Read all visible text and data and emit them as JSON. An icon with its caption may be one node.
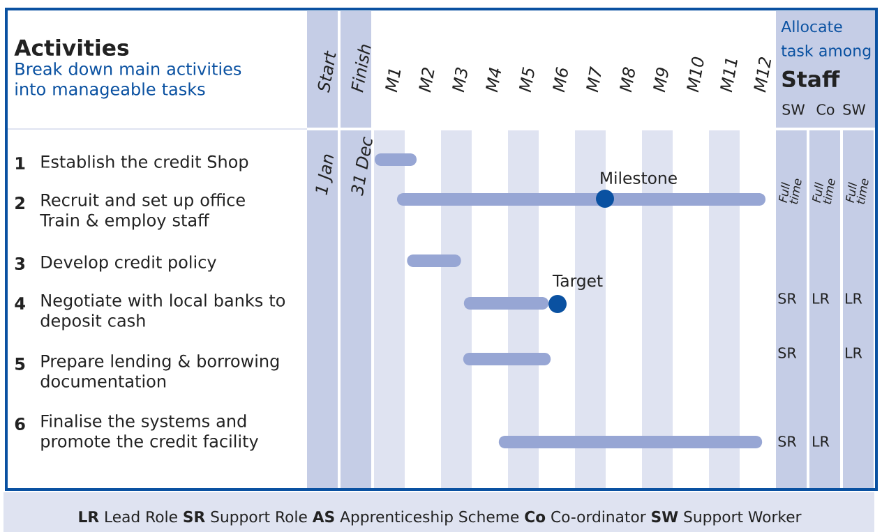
{
  "diagram": {
    "title": "Activities",
    "nodes": [
      {
        "text": [],
        "shape": "bar"
      },
      {
        "text": [],
        "shape": "bar"
      },
      {
        "text": [],
        "shape": "bar"
      },
      {
        "text": [],
        "shape": "bar"
      },
      {
        "text": [],
        "shape": "bar"
      },
      {
        "text": [],
        "shape": "bar"
      },
      {
        "text": [],
        "shape": "circle",
        "beside": [
          "Milestone"
        ]
      },
      {
        "text": [],
        "shape": "circle",
        "beside": [
          "Target"
        ]
      }
    ],
    "labels": [
      "Break down main activities into manageable tasks",
      "Start",
      "Finish",
      "M1",
      "M2",
      "M3",
      "M4",
      "M5",
      "M6",
      "M7",
      "M8",
      "M9",
      "M10",
      "M11",
      "M12",
      "Allocate task among",
      "Staff",
      "SW",
      "Co",
      "SW",
      "1",
      "Establish the credit Shop",
      "1 Jan",
      "31 Dec",
      "Full time",
      "Full time",
      "Full time",
      "2",
      "Recruit and set up office Train & employ staff",
      "3",
      "Develop credit policy",
      "4",
      "Negotiate with local banks to deposit cash",
      "SR",
      "LR",
      "LR",
      "5",
      "Prepare lending & borrowing documentation",
      "SR",
      "LR",
      "6",
      "Finalise the systems and promote the credit facility",
      "SR",
      "LR",
      "**LR** Lead Role  **SR** Support Role **AS** Apprenticeship Scheme **Co** Co-ordinator **SW** Support Worker"
    ]
  }
}
